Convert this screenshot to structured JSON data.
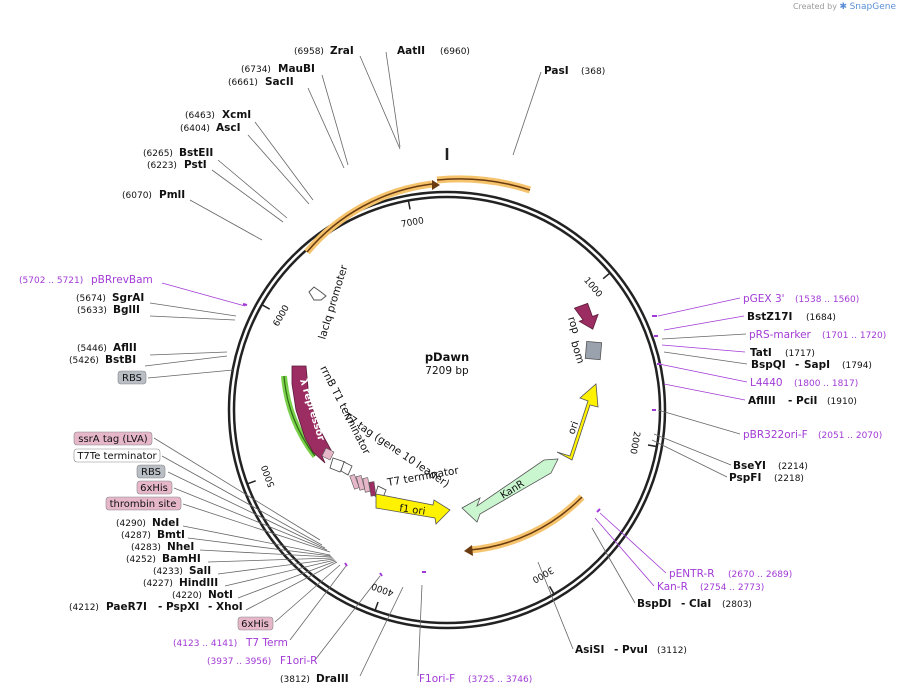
{
  "credit": {
    "prefix": "Created by",
    "brand": "SnapGene"
  },
  "plasmid": {
    "name": "pDawn",
    "length_label": "7209 bp",
    "length": 7209
  },
  "ticks": [
    {
      "pos": 1000,
      "label": "1000"
    },
    {
      "pos": 2000,
      "label": "2000"
    },
    {
      "pos": 3000,
      "label": "3000"
    },
    {
      "pos": 4000,
      "label": "4000"
    },
    {
      "pos": 5000,
      "label": "5000"
    },
    {
      "pos": 6000,
      "label": "6000"
    },
    {
      "pos": 7000,
      "label": "7000"
    }
  ],
  "sites": [
    {
      "id": "zrai",
      "name": "ZraI",
      "pos": "(6958)",
      "side": "left",
      "kind": "enzyme"
    },
    {
      "id": "aatii",
      "name": "AatII",
      "pos": "(6960)",
      "side": "right",
      "kind": "enzyme"
    },
    {
      "id": "pasi",
      "name": "PasI",
      "pos": "(368)",
      "side": "right",
      "kind": "enzyme"
    },
    {
      "id": "maubi",
      "name": "MauBI",
      "pos": "(6734)",
      "side": "left",
      "kind": "enzyme"
    },
    {
      "id": "sacii",
      "name": "SacII",
      "pos": "(6661)",
      "side": "left",
      "kind": "enzyme"
    },
    {
      "id": "xcmi",
      "name": "XcmI",
      "pos": "(6463)",
      "side": "left",
      "kind": "enzyme"
    },
    {
      "id": "asci",
      "name": "AscI",
      "pos": "(6404)",
      "side": "left",
      "kind": "enzyme"
    },
    {
      "id": "bsteii",
      "name": "BstEII",
      "pos": "(6265)",
      "side": "left",
      "kind": "enzyme"
    },
    {
      "id": "psti",
      "name": "PstI",
      "pos": "(6223)",
      "side": "left",
      "kind": "enzyme"
    },
    {
      "id": "pmli",
      "name": "PmlI",
      "pos": "(6070)",
      "side": "left",
      "kind": "enzyme"
    },
    {
      "id": "pbrrevbam",
      "name": "pBRrevBam",
      "pos": "(5702 .. 5721)",
      "side": "left",
      "kind": "primer"
    },
    {
      "id": "sgrai",
      "name": "SgrAI",
      "pos": "(5674)",
      "side": "left",
      "kind": "enzyme"
    },
    {
      "id": "bglii",
      "name": "BglII",
      "pos": "(5633)",
      "side": "left",
      "kind": "enzyme"
    },
    {
      "id": "aflii",
      "name": "AflII",
      "pos": "(5446)",
      "side": "left",
      "kind": "enzyme"
    },
    {
      "id": "bstbi",
      "name": "BstBI",
      "pos": "(5426)",
      "side": "left",
      "kind": "enzyme"
    },
    {
      "id": "ndei",
      "name": "NdeI",
      "pos": "(4290)",
      "side": "left",
      "kind": "enzyme"
    },
    {
      "id": "bmti",
      "name": "BmtI",
      "pos": "(4287)",
      "side": "left",
      "kind": "enzyme"
    },
    {
      "id": "nhei",
      "name": "NheI",
      "pos": "(4283)",
      "side": "left",
      "kind": "enzyme"
    },
    {
      "id": "bamhi",
      "name": "BamHI",
      "pos": "(4252)",
      "side": "left",
      "kind": "enzyme"
    },
    {
      "id": "sali",
      "name": "SalI",
      "pos": "(4233)",
      "side": "left",
      "kind": "enzyme"
    },
    {
      "id": "hindiii",
      "name": "HindIII",
      "pos": "(4227)",
      "side": "left",
      "kind": "enzyme"
    },
    {
      "id": "noti",
      "name": "NotI",
      "pos": "(4220)",
      "side": "left",
      "kind": "enzyme"
    },
    {
      "id": "paer7i",
      "name": "PaeR7I",
      "pos": "(4212)",
      "side": "left",
      "kind": "enzyme",
      "extra": [
        "PspXI",
        "XhoI"
      ]
    },
    {
      "id": "t7term",
      "name": "T7 Term",
      "pos": "(4123 .. 4141)",
      "side": "left",
      "kind": "primer"
    },
    {
      "id": "f1orir",
      "name": "F1ori-R",
      "pos": "(3937 .. 3956)",
      "side": "left",
      "kind": "primer"
    },
    {
      "id": "draiii",
      "name": "DraIII",
      "pos": "(3812)",
      "side": "left",
      "kind": "enzyme"
    },
    {
      "id": "f1orif",
      "name": "F1ori-F",
      "pos": "(3725 .. 3746)",
      "side": "right",
      "kind": "primer"
    },
    {
      "id": "pgex3",
      "name": "pGEX 3'",
      "pos": "(1538 .. 1560)",
      "side": "right",
      "kind": "primer"
    },
    {
      "id": "bstz17i",
      "name": "BstZ17I",
      "pos": "(1684)",
      "side": "right",
      "kind": "enzyme"
    },
    {
      "id": "prsmarker",
      "name": "pRS-marker",
      "pos": "(1701 .. 1720)",
      "side": "right",
      "kind": "primer"
    },
    {
      "id": "tati",
      "name": "TatI",
      "pos": "(1717)",
      "side": "right",
      "kind": "enzyme"
    },
    {
      "id": "bspqi",
      "name": "BspQI",
      "pos": "(1794)",
      "side": "right",
      "kind": "enzyme",
      "extra": [
        "SapI"
      ]
    },
    {
      "id": "l4440",
      "name": "L4440",
      "pos": "(1800 .. 1817)",
      "side": "right",
      "kind": "primer"
    },
    {
      "id": "afliii",
      "name": "AflIII",
      "pos": "(1910)",
      "side": "right",
      "kind": "enzyme",
      "extra": [
        "PciI"
      ]
    },
    {
      "id": "pbr322orif",
      "name": "pBR322ori-F",
      "pos": "(2051 .. 2070)",
      "side": "right",
      "kind": "primer"
    },
    {
      "id": "bseyi",
      "name": "BseYI",
      "pos": "(2214)",
      "side": "right",
      "kind": "enzyme"
    },
    {
      "id": "pspfi",
      "name": "PspFI",
      "pos": "(2218)",
      "side": "right",
      "kind": "enzyme"
    },
    {
      "id": "pentrr",
      "name": "pENTR-R",
      "pos": "(2670 .. 2689)",
      "side": "right",
      "kind": "primer"
    },
    {
      "id": "kanr_p",
      "name": "Kan-R",
      "pos": "(2754 .. 2773)",
      "side": "right",
      "kind": "primer"
    },
    {
      "id": "bspdi",
      "name": "BspDI",
      "pos": "(2803)",
      "side": "right",
      "kind": "enzyme",
      "extra": [
        "ClaI"
      ]
    },
    {
      "id": "asisi",
      "name": "AsiSI",
      "pos": "(3112)",
      "side": "right",
      "kind": "enzyme",
      "extra": [
        "PvuI"
      ]
    }
  ],
  "boxed_labels": [
    {
      "id": "rbs1",
      "text": "RBS"
    },
    {
      "id": "ssra",
      "text": "ssrA tag (LVA)"
    },
    {
      "id": "t7te",
      "text": "T7Te terminator"
    },
    {
      "id": "rbs2",
      "text": "RBS"
    },
    {
      "id": "his1",
      "text": "6xHis"
    },
    {
      "id": "thrombin",
      "text": "thrombin site"
    },
    {
      "id": "his2",
      "text": "6xHis"
    }
  ],
  "features": {
    "lacIq_promoter": "lacIq promoter",
    "rop": "rop",
    "bom": "bom",
    "ori": "ori",
    "kanr": "KanR",
    "f1_ori": "f1 ori",
    "lambda_repressor": "λ repressor",
    "rrnb": "rrnB T1 terminator",
    "t7tag": "T7 tag (gene 10 leader)",
    "t7term": "T7 terminator"
  },
  "colors": {
    "primer": "#a23ad6",
    "orange_feature": "#f5c36b",
    "lambda": "#9c2d63",
    "rop": "#9c2d63",
    "bom": "#9aa3ad",
    "ori": "#fff200",
    "kanr": "#c9f5cf",
    "f1ori": "#fff200",
    "box_grey": "#b9bec5",
    "box_pink": "#e6b7c8"
  }
}
